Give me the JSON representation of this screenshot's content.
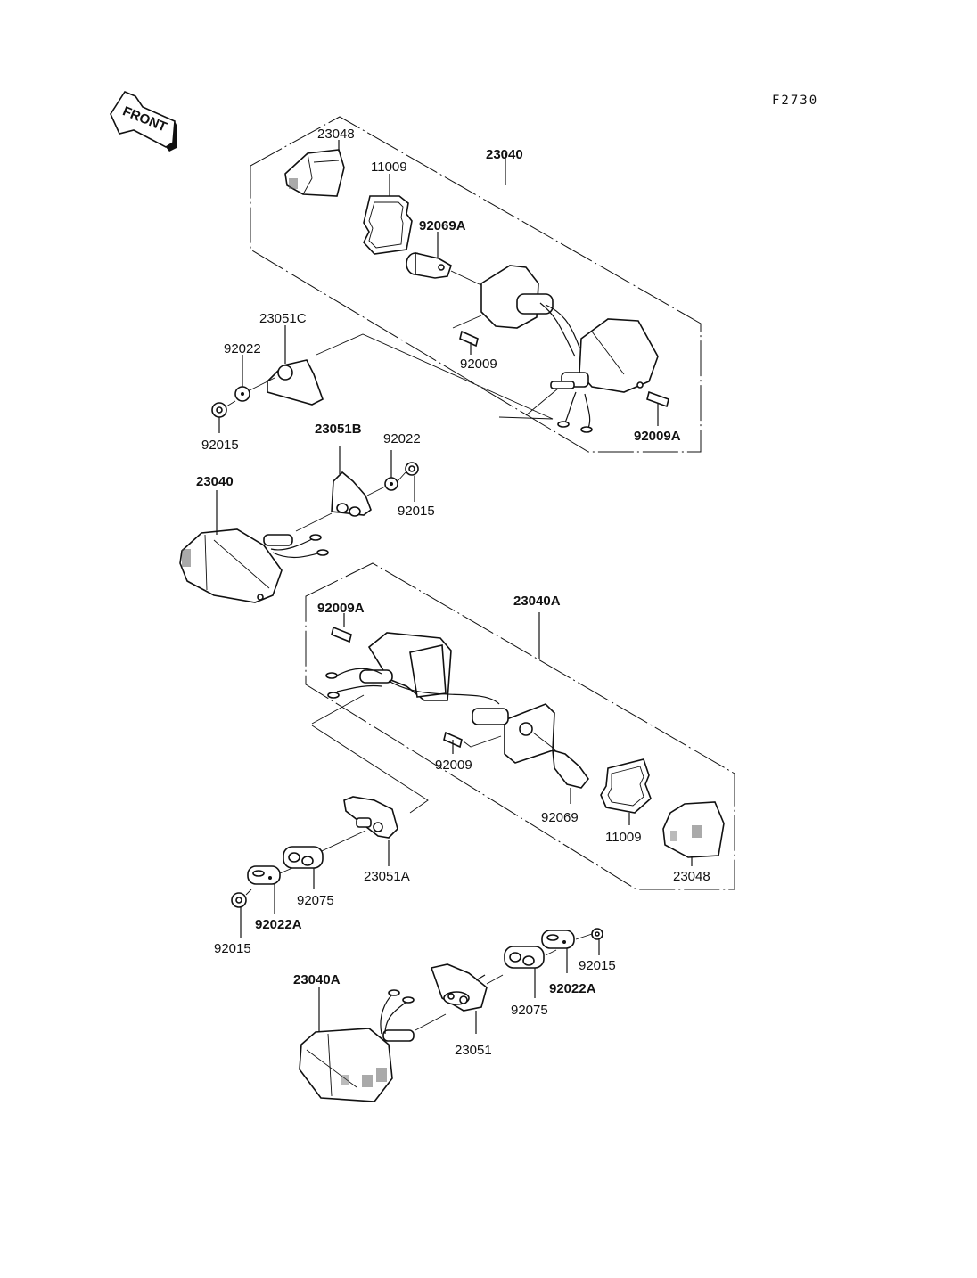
{
  "figure_code": "F2730",
  "front_arrow_label": "FRONT",
  "groups": {
    "upper_rear_assembly": {
      "assembly_label": "23040",
      "parts": [
        "23048",
        "11009",
        "92069A",
        "92009",
        "92009A"
      ]
    },
    "left_bracket_upper": {
      "parts": [
        "23051C",
        "92022",
        "92015"
      ]
    },
    "left_bracket_lower": {
      "parts": [
        "23051B",
        "92022",
        "92015"
      ]
    },
    "left_signal_upper": {
      "assembly_label": "23040"
    },
    "lower_assembly": {
      "assembly_label": "23040A",
      "parts": [
        "92009A",
        "92009",
        "92069",
        "11009",
        "23048"
      ]
    },
    "right_bracket_upper": {
      "parts": [
        "23051A",
        "92075",
        "92022A",
        "92015"
      ]
    },
    "right_signal_lower": {
      "assembly_label": "23040A",
      "parts": [
        "23051",
        "92075",
        "92022A",
        "92015"
      ]
    }
  },
  "labels": {
    "l23048_top": "23048",
    "l11009_top": "11009",
    "l23040_top": "23040",
    "l92069A": "92069A",
    "l92009_top": "92009",
    "l92009A_top": "92009A",
    "l23051C": "23051C",
    "l92022_a": "92022",
    "l92015_a": "92015",
    "l23051B": "23051B",
    "l92022_b": "92022",
    "l92015_b": "92015",
    "l23040_left": "23040",
    "l23040A_mid": "23040A",
    "l92009A_mid": "92009A",
    "l92009_mid": "92009",
    "l92069": "92069",
    "l11009_mid": "11009",
    "l23048_mid": "23048",
    "l23051A": "23051A",
    "l92075_a": "92075",
    "l92022A_a": "92022A",
    "l92015_c": "92015",
    "l92015_d": "92015",
    "l92022A_b": "92022A",
    "l92075_b": "92075",
    "l23051": "23051",
    "l23040A_bottom": "23040A"
  }
}
